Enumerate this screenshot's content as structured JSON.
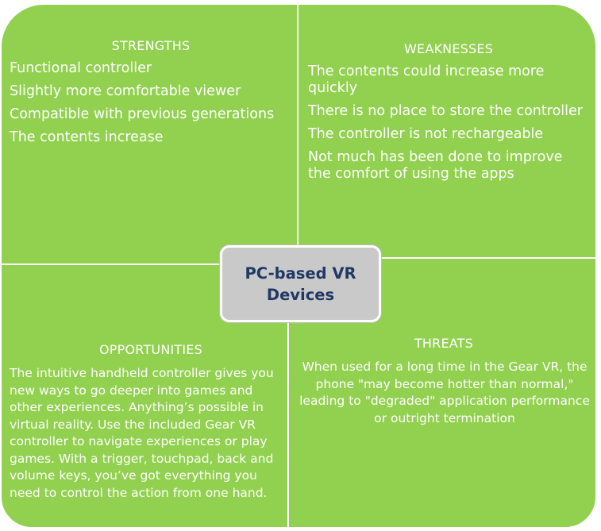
{
  "colors": {
    "quadrant_fill": "#92d050",
    "text": "#ffffff",
    "center_fill": "#c9c9c9",
    "center_text": "#1f3864"
  },
  "center": {
    "label": "PC-based VR Devices"
  },
  "strengths": {
    "title": "STRENGTHS",
    "items": [
      "Functional controller",
      "Slightly more comfortable viewer",
      "Compatible with previous generations",
      "The contents increase"
    ]
  },
  "weaknesses": {
    "title": "WEAKNESSES",
    "items": [
      "The contents could increase more quickly",
      "There is no place to store the controller",
      "The controller is not rechargeable",
      "Not much has been done to improve the comfort of using the apps"
    ]
  },
  "opportunities": {
    "title": "OPPORTUNITIES",
    "text": "The intuitive handheld controller gives you new ways to go deeper into games and other experiences. Anything’s possible in virtual reality. Use the included Gear VR controller to navigate experiences or play games. With a trigger, touchpad, back and volume keys, you’ve got everything you need to control the action from one hand."
  },
  "threats": {
    "title": "THREATS",
    "text": "When used for a long time in the Gear VR, the phone \"may become hotter than normal,\" leading to \"degraded\" application performance or outright termination"
  }
}
